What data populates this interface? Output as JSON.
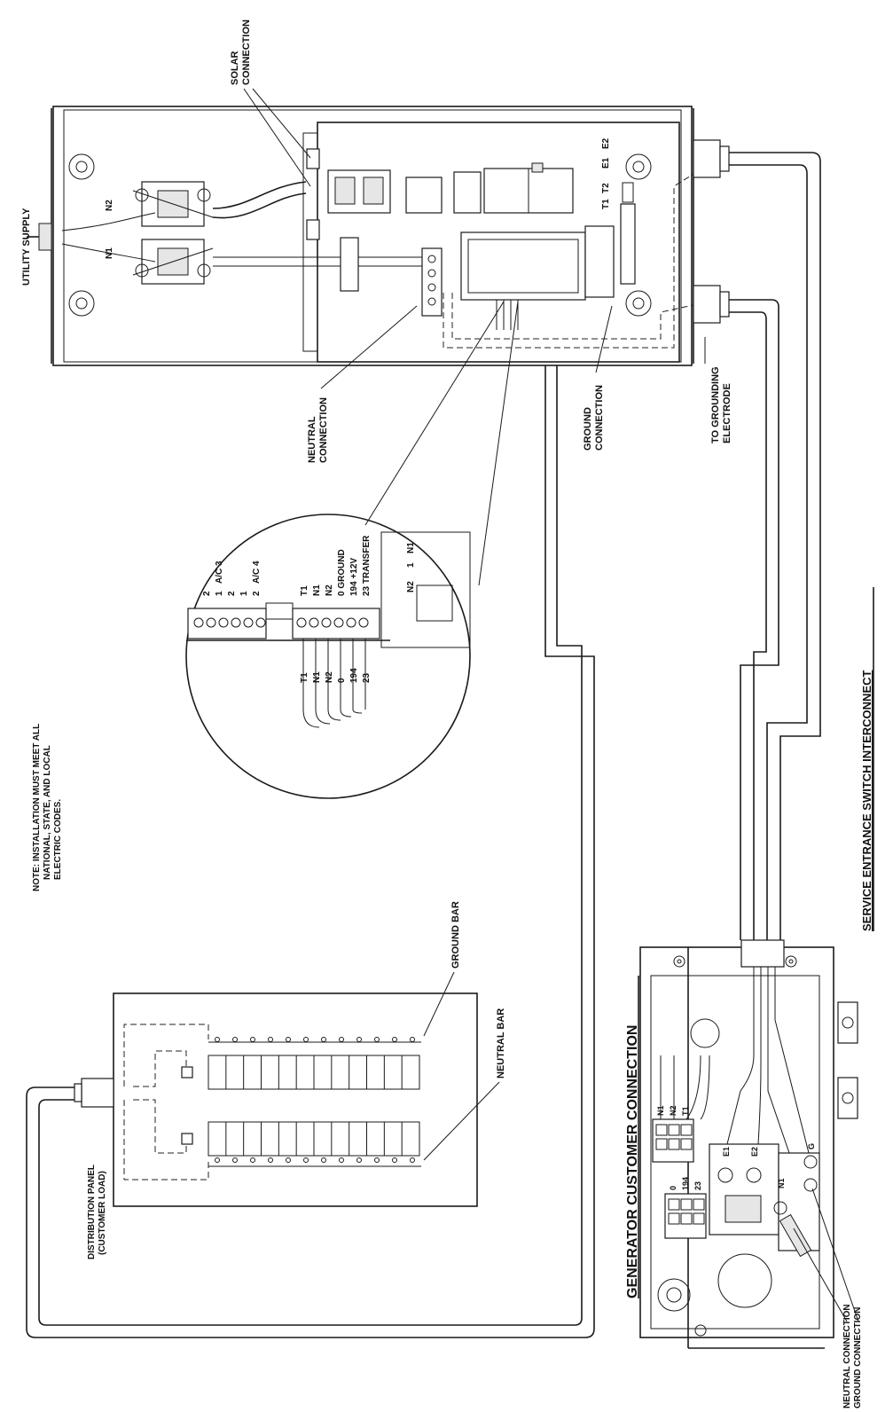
{
  "labels": {
    "solar_connection_1": "SOLAR",
    "solar_connection_2": "CONNECTION",
    "utility_supply": "UTILITY SUPPLY",
    "neutral_connection_1": "NEUTRAL",
    "neutral_connection_2": "CONNECTION",
    "ground_connection_1": "GROUND",
    "ground_connection_2": "CONNECTION",
    "to_grounding_1": "TO GROUNDING",
    "to_grounding_2": "ELECTRODE",
    "note_1": "NOTE: INSTALLATION MUST MEET ALL",
    "note_2": "NATIONAL, STATE, AND LOCAL",
    "note_3": "ELECTRIC CODES.",
    "ground_bar": "GROUND BAR",
    "neutral_bar": "NEUTRAL BAR",
    "distribution_panel_1": "DISTRIBUTION PANEL",
    "distribution_panel_2": "(CUSTOMER LOAD)",
    "generator_customer_connection": "GENERATOR CUSTOMER CONNECTION",
    "service_entrance": "SERVICE ENTRANCE SWITCH INTERCONNECT",
    "gen_neutral_connection": "NEUTRAL CONNECTION",
    "gen_ground_connection": "GROUND CONNECTION"
  },
  "switch_terminals": {
    "n1": "N1",
    "n2": "N2",
    "e2": "E2",
    "e1": "E1",
    "t1": "T1",
    "t2": "T2"
  },
  "detail_terminals": {
    "row1": [
      "2",
      "1",
      "2",
      "1",
      "2"
    ],
    "ac3": "A/C 3",
    "ac4": "A/C 4",
    "row2": [
      "T1",
      "N1",
      "N2",
      "0 GROUND",
      "194 +12V",
      "23 TRANSFER"
    ],
    "wires": [
      "T1",
      "N1",
      "N2",
      "0",
      "194",
      "23"
    ],
    "lower": [
      "N2",
      "1",
      "N1"
    ]
  },
  "generator_terminals": {
    "top": [
      "N1",
      "N2",
      "T1"
    ],
    "bottom": [
      "0",
      "194",
      "23"
    ],
    "e1": "E1",
    "e2": "E2",
    "n1": "N1",
    "g": "G"
  }
}
